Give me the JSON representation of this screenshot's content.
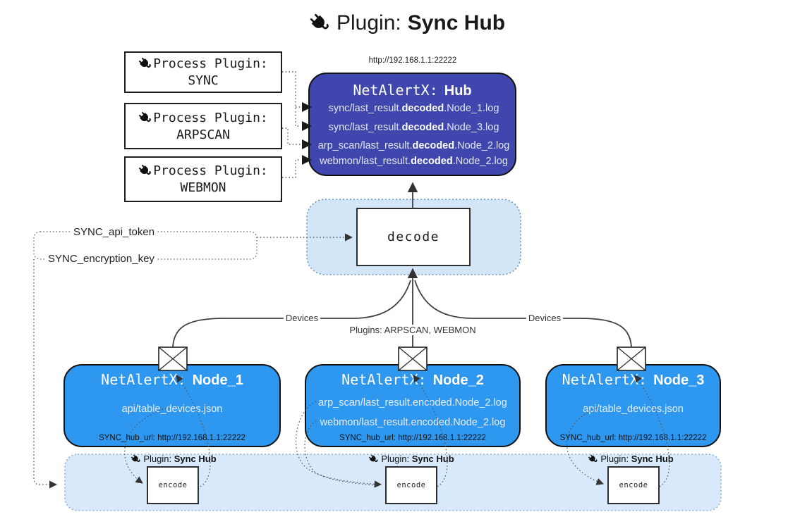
{
  "title": {
    "label": "Plugin:",
    "name": "Sync Hub"
  },
  "hub": {
    "url": "http://192.168.1.1:22222",
    "title_prefix": "NetAlertX:",
    "title_name": "Hub",
    "logs": [
      {
        "pre": "sync/last_result.",
        "mid": "decoded",
        "post": ".Node_1.log"
      },
      {
        "pre": "sync/last_result.",
        "mid": "decoded",
        "post": ".Node_3.log"
      },
      {
        "pre": "arp_scan/last_result.",
        "mid": "decoded",
        "post": ".Node_2.log"
      },
      {
        "pre": "webmon/last_result.",
        "mid": "decoded",
        "post": ".Node_2.log"
      }
    ]
  },
  "process_plugins": [
    {
      "label": "Process Plugin:",
      "name": "SYNC"
    },
    {
      "label": "Process Plugin:",
      "name": "ARPSCAN"
    },
    {
      "label": "Process Plugin:",
      "name": "WEBMON"
    }
  ],
  "decode_label": "decode",
  "secrets": {
    "api_token": "SYNC_api_token",
    "encryption_key": "SYNC_encryption_key"
  },
  "edge_labels": {
    "devices_left": "Devices",
    "devices_right": "Devices",
    "plugins_mid": "Plugins: ARPSCAN, WEBMON"
  },
  "nodes": [
    {
      "title_prefix": "NetAlertX:",
      "title_name": "Node_1",
      "lines": [
        "api/table_devices.json"
      ],
      "hub_url": "SYNC_hub_url: http://192.168.1.1:22222"
    },
    {
      "title_prefix": "NetAlertX:",
      "title_name": "Node_2",
      "lines": [
        "arp_scan/last_result.encoded.Node_2.log",
        "webmon/last_result.encoded.Node_2.log"
      ],
      "hub_url": "SYNC_hub_url: http://192.168.1.1:22222"
    },
    {
      "title_prefix": "NetAlertX:",
      "title_name": "Node_3",
      "lines": [
        "api/table_devices.json"
      ],
      "hub_url": "SYNC_hub_url: http://192.168.1.1:22222"
    }
  ],
  "band": {
    "plugin_label": "Plugin:",
    "plugin_name": "Sync Hub",
    "encode_label": "encode"
  },
  "icons": {
    "plug": "plug-icon",
    "envelope": "envelope-icon"
  },
  "colors": {
    "hub_fill": "#3f46ad",
    "node_fill": "#2e97ef",
    "panel_fill": "#d6e8fa",
    "panel_border": "#7fa4c9",
    "line": "#404040",
    "dotted": "#555555"
  }
}
